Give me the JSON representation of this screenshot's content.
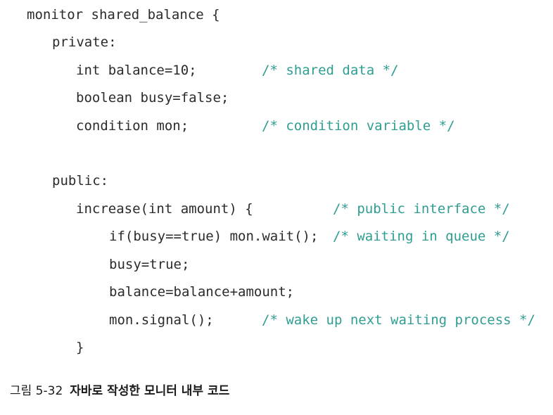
{
  "code": {
    "lines": [
      {
        "text": "monitor shared_balance {"
      },
      {
        "text": "private:"
      },
      {
        "text": "int balance=10;",
        "comment": "/* shared data */"
      },
      {
        "text": "boolean busy=false;"
      },
      {
        "text": "condition mon;",
        "comment": "/* condition variable */"
      },
      {
        "text": "public:"
      },
      {
        "text": "increase(int amount) {",
        "comment": "/* public interface */"
      },
      {
        "text": "if(busy==true) mon.wait();",
        "comment": "/* waiting in queue */"
      },
      {
        "text": "busy=true;"
      },
      {
        "text": "balance=balance+amount;"
      },
      {
        "text": "mon.signal();",
        "comment": "/* wake up next waiting process */"
      },
      {
        "text": "}"
      }
    ]
  },
  "caption": {
    "number": "그림 5-32",
    "title": "자바로 작성한 모니터 내부 코드"
  },
  "colors": {
    "code": "#2b2b2b",
    "comment": "#2f9d92",
    "caption": "#1a1a1a",
    "background": "#ffffff"
  }
}
